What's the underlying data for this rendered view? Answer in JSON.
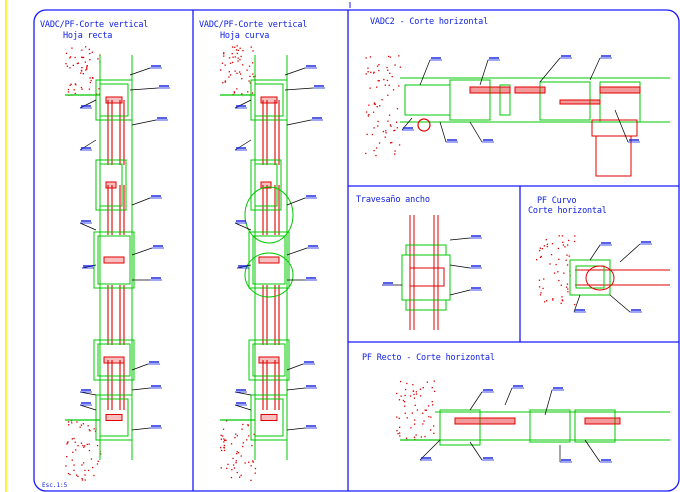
{
  "panels": {
    "p1": {
      "title": "VADC/PF-Corte vertical",
      "subtitle": "Hoja recta"
    },
    "p2": {
      "title": "VADC/PF-Corte vertical",
      "subtitle": "Hoja curva"
    },
    "p3": {
      "title": "VADC2 - Corte horizontal"
    },
    "p4": {
      "title": "Travesaño ancho"
    },
    "p5": {
      "title": "PF Curvo",
      "subtitle": "Corte horizontal"
    },
    "p6": {
      "title": "PF Recto - Corte horizontal"
    }
  },
  "footer_note": "Esc.1:5",
  "colors": {
    "border": "#1a1aff",
    "profile": "#00c800",
    "glass": "#e00000",
    "wall": "#e00000",
    "text": "#1020e0",
    "margin_line": "#ffff00"
  }
}
